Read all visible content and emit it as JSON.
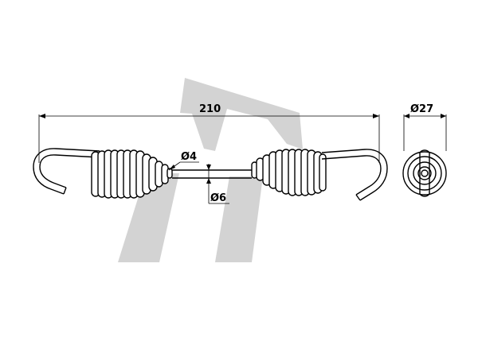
{
  "dimensions": {
    "overall_length": "210",
    "outer_diameter": "Ø27",
    "wire_diameter": "Ø4",
    "inner_diameter": "Ø6"
  },
  "watermark": {
    "colors": {
      "fill": "#d3d3d3"
    }
  },
  "colors": {
    "line": "#000000",
    "background": "#ffffff"
  }
}
